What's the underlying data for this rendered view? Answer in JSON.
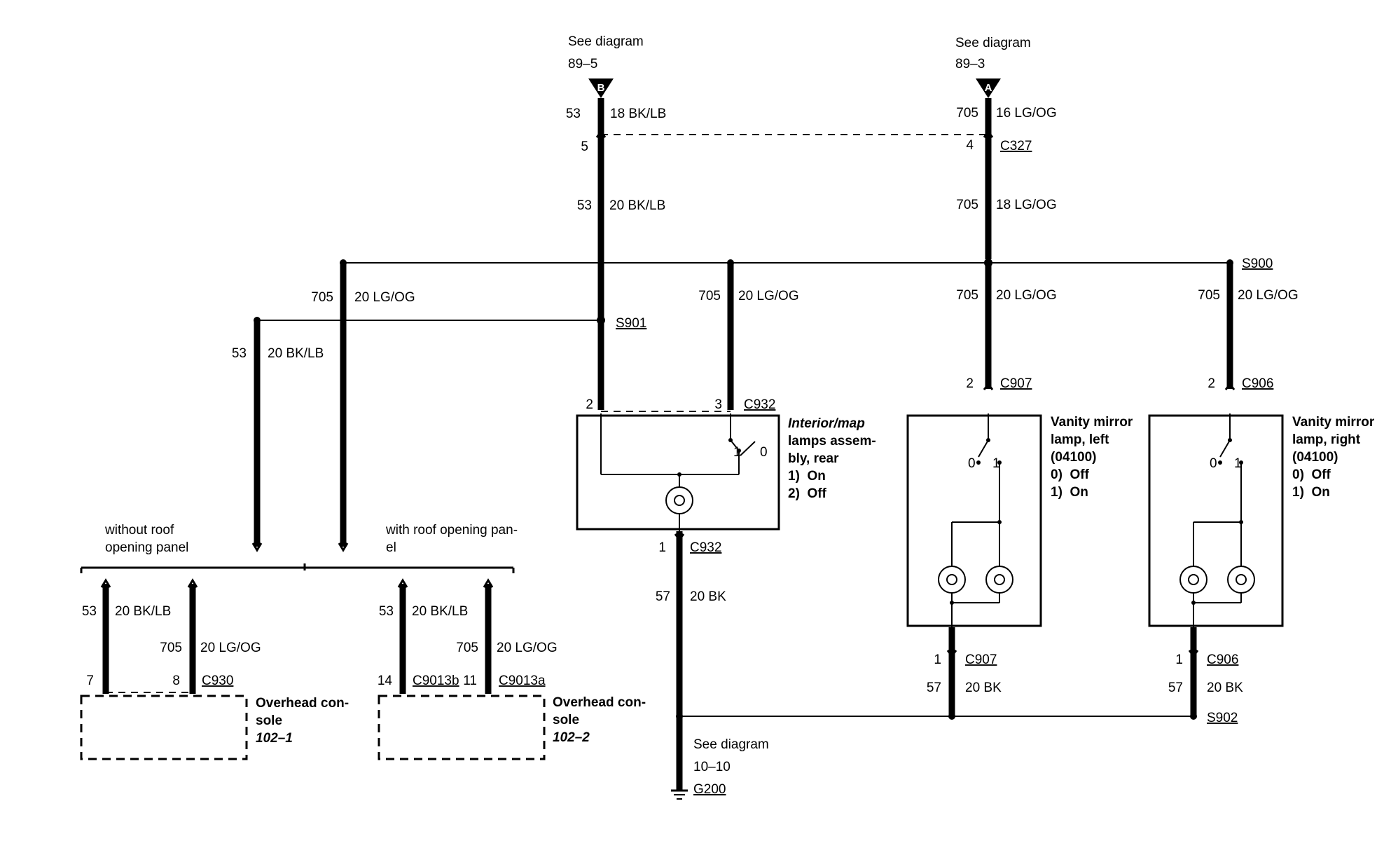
{
  "refs": {
    "left_title": "See diagram",
    "left_num": "89–5",
    "left_conn": "B",
    "right_title": "See diagram",
    "right_num": "89–3",
    "right_conn": "A"
  },
  "wires": {
    "b_top_circ": "53",
    "b_top_col": "18 BK/LB",
    "b_pin": "5",
    "b_mid_circ": "53",
    "b_mid_col": "20 BK/LB",
    "a_top_circ": "705",
    "a_top_col": "16 LG/OG",
    "a_pin": "4",
    "a_conn": "C327",
    "a_mid_circ": "705",
    "a_mid_col": "18 LG/OG",
    "s900": "S900",
    "s901": "S901",
    "w705_left_circ": "705",
    "w705_left_col": "20 LG/OG",
    "w53_left_circ": "53",
    "w53_left_col": "20 BK/LB",
    "w705_c932_circ": "705",
    "w705_c932_col": "20 LG/OG",
    "w705_c907_circ": "705",
    "w705_c907_col": "20 LG/OG",
    "w705_c906_circ": "705",
    "w705_c906_col": "20 LG/OG",
    "c907_pin_top": "2",
    "c907_conn_top": "C907",
    "c906_pin_top": "2",
    "c906_conn_top": "C906",
    "c932_pin2": "2",
    "c932_pin3": "3",
    "c932_conn": "C932",
    "c932_pin1": "1",
    "c932_conn_bot": "C932",
    "gnd_circ": "57",
    "gnd_col": "20 BK",
    "c907_pin_bot": "1",
    "c907_conn_bot": "C907",
    "c907_gnd_circ": "57",
    "c907_gnd_col": "20 BK",
    "c906_pin_bot": "1",
    "c906_conn_bot": "C906",
    "c906_gnd_circ": "57",
    "c906_gnd_col": "20 BK",
    "s902": "S902",
    "g200_title": "See diagram",
    "g200_num": "10–10",
    "g200": "G200"
  },
  "components": {
    "interior": {
      "title_l1": "Interior/map",
      "title_l2": "lamps assem-",
      "title_l3": "bly, rear",
      "opt1": "1)  On",
      "opt2": "2)  Off",
      "sw1": "1",
      "sw0": "0"
    },
    "mirror_left": {
      "title_l1": "Vanity mirror",
      "title_l2": "lamp, left",
      "title_l3": "(04100)",
      "opt1": "0)  Off",
      "opt2": "1)  On",
      "sw0": "0",
      "sw1": "1"
    },
    "mirror_right": {
      "title_l1": "Vanity mirror",
      "title_l2": "lamp, right",
      "title_l3": "(04100)",
      "opt1": "0)  Off",
      "opt2": "1)  On",
      "sw0": "0",
      "sw1": "1"
    }
  },
  "options": {
    "without_l1": "without roof",
    "without_l2": "opening panel",
    "with_l1": "with roof opening pan-",
    "with_l2": "el"
  },
  "consoles": {
    "c930": {
      "w53_circ": "53",
      "w53_col": "20 BK/LB",
      "w705_circ": "705",
      "w705_col": "20 LG/OG",
      "pin7": "7",
      "pin8": "8",
      "conn": "C930",
      "title_l1": "Overhead con-",
      "title_l2": "sole",
      "ref": "102–1"
    },
    "c9013": {
      "w53_circ": "53",
      "w53_col": "20 BK/LB",
      "w705_circ": "705",
      "w705_col": "20 LG/OG",
      "pin14": "14",
      "conn_b": "C9013b",
      "pin11": "11",
      "conn_a": "C9013a",
      "title_l1": "Overhead con-",
      "title_l2": "sole",
      "ref": "102–2"
    }
  }
}
